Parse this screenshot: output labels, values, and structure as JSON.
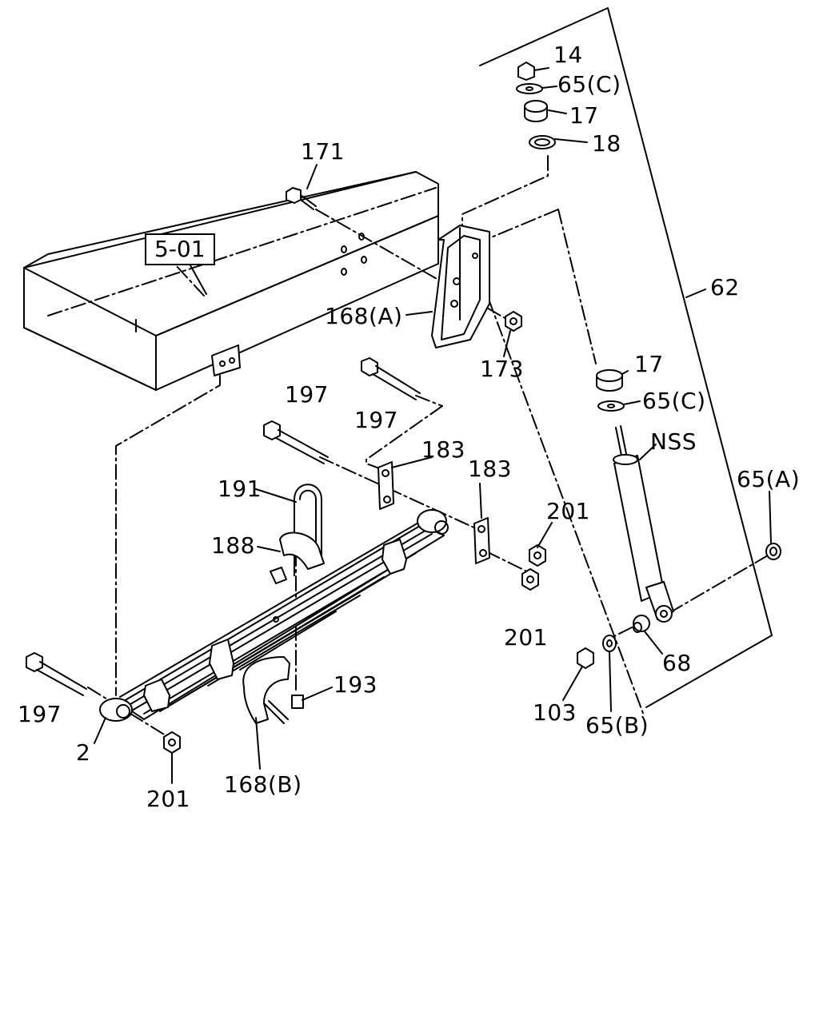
{
  "diagram": {
    "reference_box": "5-01",
    "labels": {
      "p14": "14",
      "p65c_top": "65(C)",
      "p17_top": "17",
      "p18": "18",
      "p171": "171",
      "p62": "62",
      "p168a": "168(A)",
      "p173": "173",
      "p17_mid": "17",
      "p65c_mid": "65(C)",
      "p197_a": "197",
      "p197_b": "197",
      "pnss": "NSS",
      "p183_a": "183",
      "p183_b": "183",
      "p65a": "65(A)",
      "p191": "191",
      "p201_a": "201",
      "p188": "188",
      "p201_b": "201",
      "p68": "68",
      "p193": "193",
      "p103": "103",
      "p197_c": "197",
      "p65b": "65(B)",
      "p2": "2",
      "p168b": "168(B)",
      "p201_c": "201"
    }
  }
}
